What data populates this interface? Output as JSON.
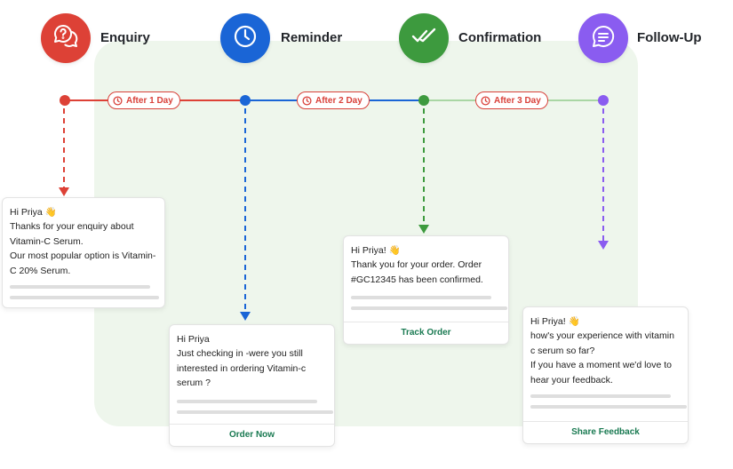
{
  "stages": [
    {
      "label": "Enquiry",
      "color": "#dd4136",
      "icon": "chat-question-icon"
    },
    {
      "label": "Reminder",
      "color": "#1a65d6",
      "icon": "clock-icon"
    },
    {
      "label": "Confirmation",
      "color": "#3d9a3e",
      "icon": "double-check-icon"
    },
    {
      "label": "Follow-Up",
      "color": "#8a5cf0",
      "icon": "chat-lines-icon"
    }
  ],
  "delays": [
    "After 1 Day",
    "After 2 Day",
    "After 3 Day"
  ],
  "cards": {
    "enquiry": {
      "greeting": "Hi Priya 👋",
      "lines": [
        "Thanks for your enquiry about Vitamin-C Serum.",
        "Our most popular option is Vitamin-C 20% Serum."
      ]
    },
    "reminder": {
      "greeting": "Hi Priya",
      "lines": [
        "Just checking in -were you still interested in ordering Vitamin-c serum ?"
      ],
      "action": "Order Now"
    },
    "confirmation": {
      "greeting": "Hi Priya! 👋",
      "lines": [
        "Thank you for your order. Order #GC12345 has been confirmed."
      ],
      "action": "Track Order"
    },
    "followup": {
      "greeting": "Hi Priya! 👋",
      "lines": [
        "how's your experience with vitamin c serum so far?",
        "If you have a moment we'd love to hear your feedback."
      ],
      "action": "Share Feedback"
    }
  }
}
